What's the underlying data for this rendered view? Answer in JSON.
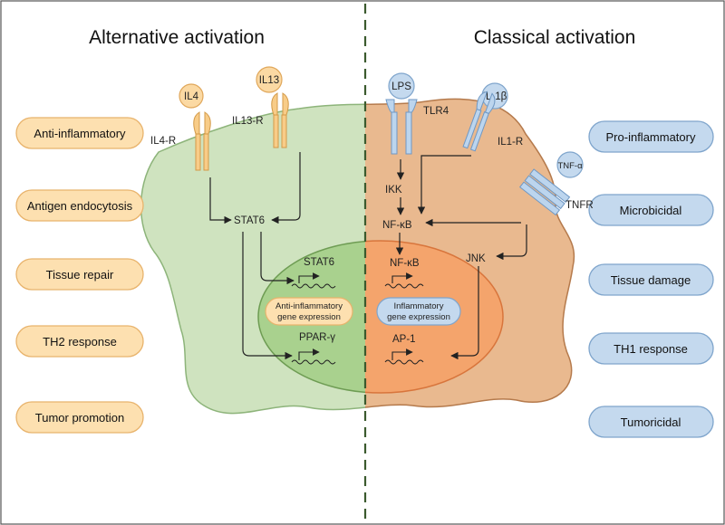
{
  "titles": {
    "left": "Alternative activation",
    "right": "Classical activation"
  },
  "left_outcomes": [
    "Anti-inflammatory",
    "Antigen endocytosis",
    "Tissue repair",
    "TH2 response",
    "Tumor promotion"
  ],
  "right_outcomes": [
    "Pro-inflammatory",
    "Microbicidal",
    "Tissue damage",
    "TH1 response",
    "Tumoricidal"
  ],
  "ligands": {
    "il4": "IL4",
    "il13": "IL13",
    "lps": "LPS",
    "il1b": "IL-1β",
    "tnfa": "TNF-α"
  },
  "receptors": {
    "il4r": "IL4-R",
    "il13r": "IL13-R",
    "tlr4": "TLR4",
    "il1r": "IL1-R",
    "tnfr": "TNFR"
  },
  "cytoplasm": {
    "stat6": "STAT6",
    "ikk": "IKK",
    "nfkb": "NF-κB",
    "jnk": "JNK"
  },
  "nucleus": {
    "stat6": "STAT6",
    "pparg": "PPAR-γ",
    "nfkb": "NF-κB",
    "ap1": "AP-1",
    "anti_gene_line1": "Anti-inflammatory",
    "anti_gene_line2": "gene expression",
    "infl_gene_line1": "Inflammatory",
    "infl_gene_line2": "gene expression"
  },
  "colors": {
    "m2_cell": "#cfe3bf",
    "m1_cell": "#e9b98f",
    "m2_nucleus": "#a9d18e",
    "m1_nucleus": "#f4a46c",
    "orange_pill": "#fde0b0",
    "blue_pill": "#c4d9ee",
    "divider": "#3b5a2e"
  }
}
